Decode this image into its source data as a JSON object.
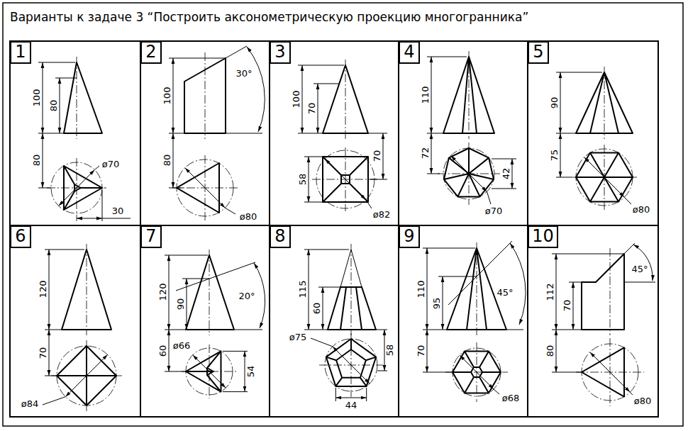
{
  "diagram": {
    "title": "Варианты к задаче 3 “Построить аксонометрическую проекцию многогранника”",
    "nodes": [
      {
        "text": [
          "1"
        ]
      },
      {
        "text": [
          "2"
        ]
      },
      {
        "text": [
          "3"
        ]
      },
      {
        "text": [
          "4"
        ]
      },
      {
        "text": [
          "5"
        ]
      },
      {
        "text": [
          "6"
        ]
      },
      {
        "text": [
          "7"
        ]
      },
      {
        "text": [
          "8"
        ]
      },
      {
        "text": [
          "9"
        ]
      },
      {
        "text": [
          "10"
        ]
      }
    ],
    "labels": [
      "100",
      "80",
      "80",
      "ø70",
      "30",
      "100",
      "30°",
      "80",
      "ø80",
      "100",
      "70",
      "70",
      "58",
      "ø82",
      "110",
      "72",
      "42",
      "ø70",
      "90",
      "75",
      "ø80",
      "120",
      "70",
      "ø84",
      "120",
      "90",
      "20°",
      "60",
      "ø66",
      "54",
      "115",
      "60",
      "58",
      "ø75",
      "44",
      "110",
      "95",
      "45°",
      "70",
      "ø68",
      "112",
      "70",
      "45°",
      "80",
      "ø80"
    ]
  }
}
